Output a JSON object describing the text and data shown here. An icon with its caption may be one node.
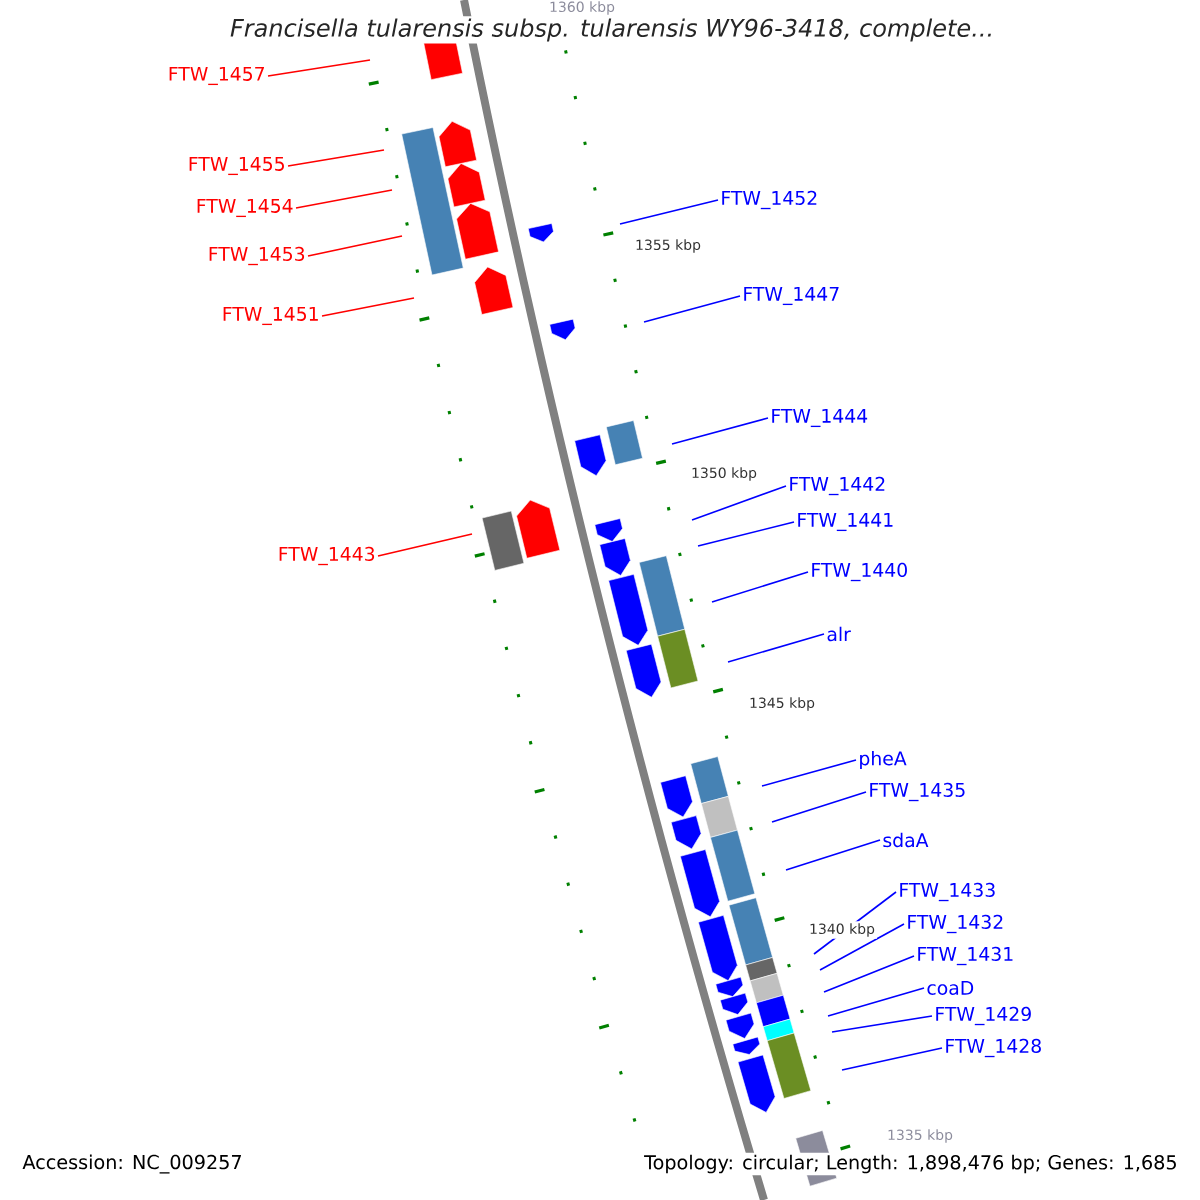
{
  "diagram": {
    "title": "Francisella tularensis subsp. tularensis WY96-3418, complete...",
    "nodes": [
      {
        "text": [
          "FTW_1457"
        ]
      },
      {
        "text": [
          "FTW_1455"
        ]
      },
      {
        "text": [
          "FTW_1452"
        ]
      },
      {
        "text": [
          "FTW_1454"
        ]
      },
      {
        "text": [
          "FTW_1453"
        ]
      },
      {
        "text": [
          "FTW_1447"
        ]
      },
      {
        "text": [
          "FTW_1451"
        ]
      },
      {
        "text": [
          "FTW_1444"
        ]
      },
      {
        "text": [
          "FTW_1442"
        ]
      },
      {
        "text": [
          "FTW_1441"
        ]
      },
      {
        "text": [
          "FTW_1443"
        ]
      },
      {
        "text": [
          "FTW_1440"
        ]
      },
      {
        "text": [
          "alr"
        ]
      },
      {
        "text": [
          "pheA"
        ]
      },
      {
        "text": [
          "FTW_1435"
        ]
      },
      {
        "text": [
          "sdaA"
        ]
      },
      {
        "text": [
          "FTW_1433"
        ]
      },
      {
        "text": [
          "FTW_1432"
        ]
      },
      {
        "text": [
          "FTW_1431"
        ]
      },
      {
        "text": [
          "coaD"
        ]
      },
      {
        "text": [
          "FTW_1429"
        ]
      },
      {
        "text": [
          "FTW_1428"
        ]
      }
    ],
    "edges": [
      {
        "from": 0,
        "to": null,
        "arrow": "none",
        "color": "#ff0000"
      },
      {
        "from": 1,
        "to": null,
        "arrow": "none",
        "color": "#ff0000"
      },
      {
        "from": 2,
        "to": null,
        "arrow": "none"
      },
      {
        "from": 3,
        "to": null,
        "arrow": "none",
        "color": "#ff0000"
      },
      {
        "from": 4,
        "to": null,
        "arrow": "none",
        "color": "#ff0000"
      },
      {
        "from": 5,
        "to": null,
        "arrow": "none"
      },
      {
        "from": 6,
        "to": null,
        "arrow": "none",
        "color": "#ff0000"
      },
      {
        "from": 7,
        "to": null,
        "arrow": "none"
      },
      {
        "from": 8,
        "to": null,
        "arrow": "none"
      },
      {
        "from": 9,
        "to": null,
        "arrow": "none"
      },
      {
        "from": 10,
        "to": null,
        "arrow": "none",
        "color": "#ff0000"
      },
      {
        "from": 11,
        "to": null,
        "arrow": "none"
      },
      {
        "from": 12,
        "to": null,
        "arrow": "none"
      },
      {
        "from": 13,
        "to": null,
        "arrow": "none"
      },
      {
        "from": 14,
        "to": null,
        "arrow": "none"
      },
      {
        "from": 15,
        "to": null,
        "arrow": "none"
      },
      {
        "from": 16,
        "to": null,
        "arrow": "none"
      },
      {
        "from": 17,
        "to": null,
        "arrow": "none"
      },
      {
        "from": 18,
        "to": null,
        "arrow": "none"
      },
      {
        "from": 19,
        "to": null,
        "arrow": "none"
      },
      {
        "from": 20,
        "to": null,
        "arrow": "none"
      },
      {
        "from": 21,
        "to": null,
        "arrow": "none"
      }
    ],
    "labels": [
      "1360 kbp",
      "1355 kbp",
      "1350 kbp",
      "1345 kbp",
      "1340 kbp",
      "1335 kbp",
      "Accession: NC_009257",
      "Topology: circular; Length: 1,898,476 bp; Genes: 1,685"
    ]
  }
}
